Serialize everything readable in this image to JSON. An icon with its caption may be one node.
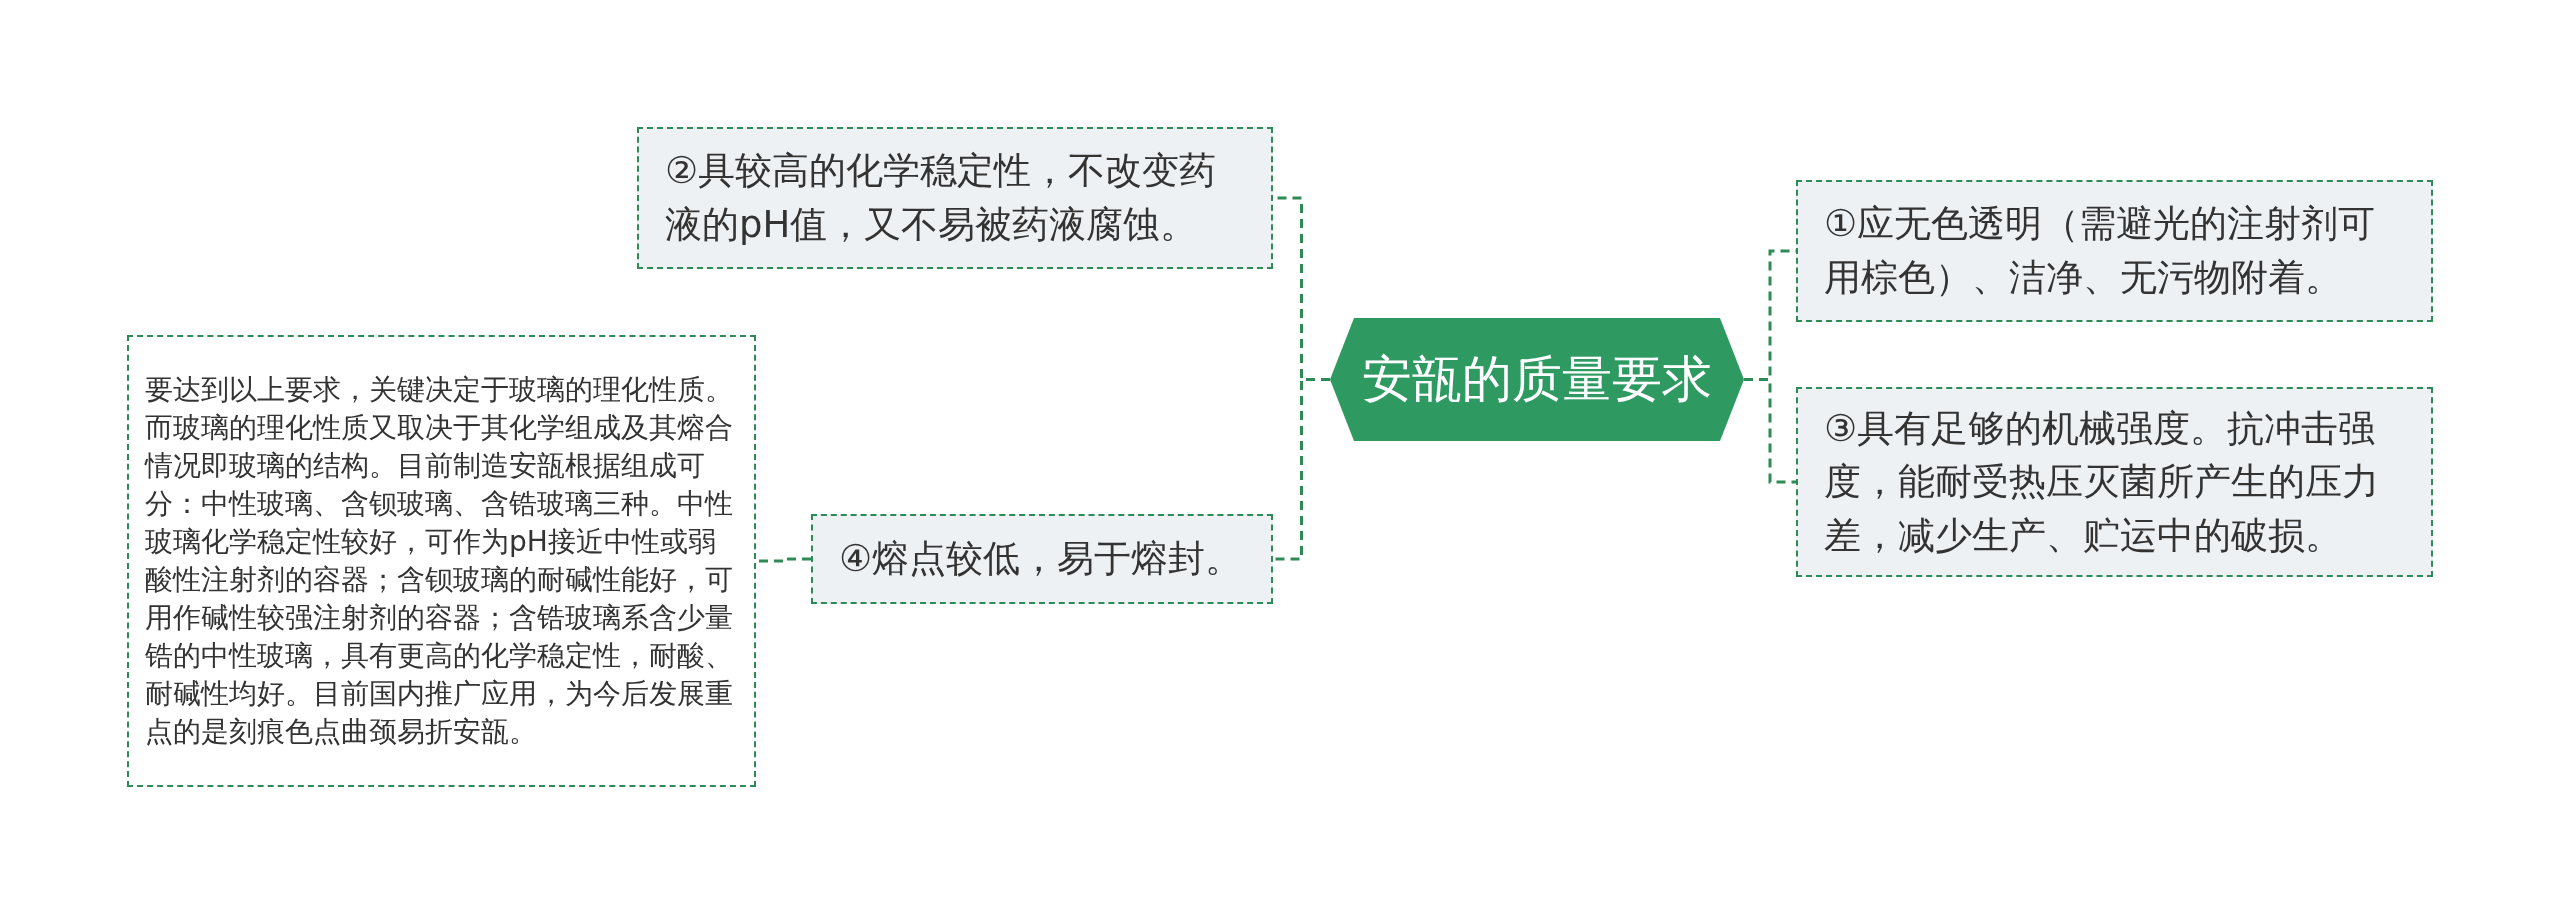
{
  "diagram": {
    "nodes": [
      {
        "text": [
          "安瓿的质量要求"
        ]
      },
      {
        "text": [
          "②具较高的化学稳定性，不改变药液的pH值，又不易被药液腐蚀。"
        ]
      },
      {
        "text": [
          "④熔点较低，易于熔封。"
        ]
      },
      {
        "text": [
          "要达到以上要求，关键决定于玻璃的理化性质。而玻璃的理化性质又取决于其化学组成及其熔合情况即玻璃的结构。目前制造安瓿根据组成可分：中性玻璃、含钡玻璃、含锆玻璃三种。中性玻璃化学稳定性较好，可作为pH接近中性或弱酸性注射剂的容器；含钡玻璃的耐碱性能好，可用作碱性较强注射剂的容器；含锆玻璃系含少量锆的中性玻璃，具有更高的化学稳定性，耐酸、耐碱性均好。目前国内推广应用，为今后发展重点的是刻痕色点曲颈易折安瓿。"
        ]
      },
      {
        "text": [
          "①应无色透明（需避光的注射剂可用棕色）、洁净、无污物附着。"
        ]
      },
      {
        "text": [
          "③具有足够的机械强度。抗冲击强度，能耐受热压灭菌所产生的压力差，减少生产、贮运中的破损。"
        ]
      }
    ],
    "edges": [
      {
        "from": 0,
        "to": 1,
        "arrow": "none"
      },
      {
        "from": 0,
        "to": 2,
        "arrow": "none"
      },
      {
        "from": 2,
        "to": 3,
        "arrow": "none"
      },
      {
        "from": 0,
        "to": 4,
        "arrow": "none"
      },
      {
        "from": 0,
        "to": 5,
        "arrow": "none"
      }
    ]
  }
}
